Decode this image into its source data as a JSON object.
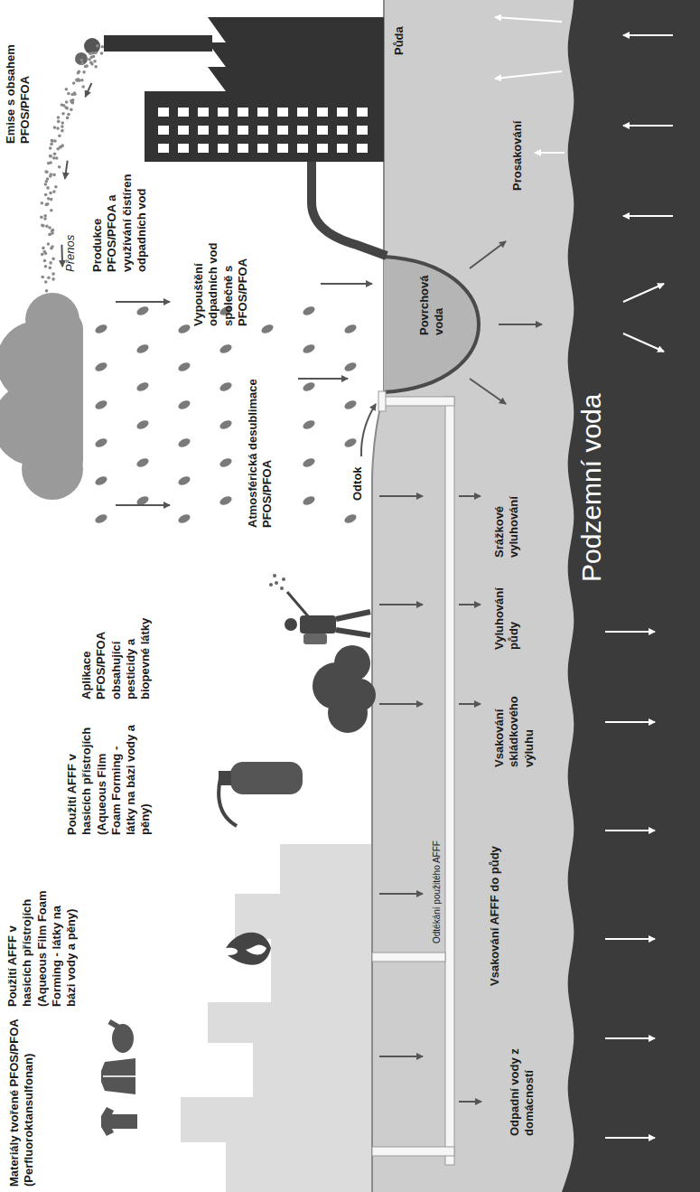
{
  "diagram": {
    "labels": [
      "Materiály tvořené PFOS/PFOA (Perfluoroktansulfonan)",
      "Použití AFFF v hasicích přístrojích (Aqueous Film Foam Forming - látky na bázi vody a pěny)",
      "Použití AFFF v hasicích přístrojích (Aqueous Film Foam Forming - látky na bázi vody a pěny)",
      "Aplikace PFOS/PFOA obsahující pesticidy a biopevné látky",
      "Atmosférická desublimace PFOS/PFOA",
      "Odtok",
      "Produkce PFOS/PFOA a využívání čistíren odpadních vod",
      "Přenos",
      "Emise s obsahem PFOS/PFOA",
      "Vypouštění odpadních vod společně s PFOS/PFOA",
      "Půda",
      "Povrchová voda",
      "Prosakování",
      "Odpadní vody z domácností",
      "Vsakování AFFF do půdy",
      "Odtékání použitého AFFF",
      "Vsakování skládkového výluhu",
      "Vyluhování půdy",
      "Srážkové vyluhování",
      "Podzemní voda"
    ]
  }
}
